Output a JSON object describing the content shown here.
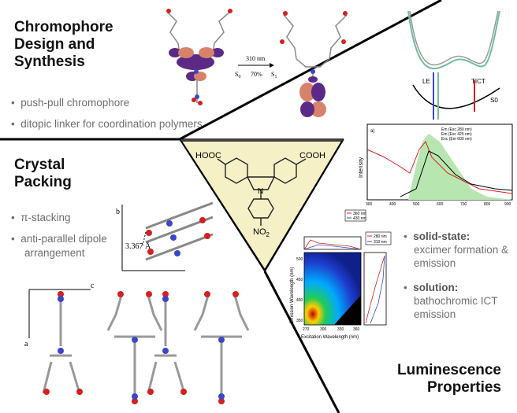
{
  "sections": {
    "design": {
      "title": [
        "Chromophore",
        "Design and",
        "Synthesis"
      ],
      "bullets": [
        "push-pull chromophore",
        "ditopic linker for coordination polymers"
      ],
      "transition": {
        "wavelength": "310 nm",
        "from": "S",
        "from_sub": "0",
        "to": "S",
        "to_sub": "1",
        "percent": "70%"
      }
    },
    "crystal": {
      "title": [
        "Crystal",
        "Packing"
      ],
      "bullets": [
        "π-stacking",
        "anti-parallel dipole",
        "arrangement"
      ],
      "distance": "3.367 Å",
      "axes": {
        "b": "b",
        "c": "c",
        "a": "a"
      }
    },
    "luminescence": {
      "title": [
        "Luminescence",
        "Properties"
      ],
      "bullets": [
        {
          "head": "solid-state:",
          "lines": [
            "excimer formation &",
            "emission"
          ]
        },
        {
          "head": "solution:",
          "lines": [
            "bathochromic ICT",
            "emission"
          ]
        }
      ]
    },
    "molecule": {
      "left_group": "HOOC",
      "right_group": "COOH",
      "nitrogen": "N",
      "nitro": "NO",
      "nitro_sub": "2"
    },
    "energy_diagram": {
      "labels": [
        "LE",
        "TICT",
        "S0"
      ]
    },
    "spectrum": {
      "panel": "a)",
      "ylabel": "Intensity",
      "legend": [
        "Em (Exc 280 nm)",
        "Em (Exc 425 nm)",
        "Exc (Em 600 nm)"
      ],
      "xticks": [
        "300",
        "400",
        "500",
        "600",
        "700",
        "800",
        "900"
      ]
    },
    "map": {
      "xlabel": "Excitation Wavelength (nm)",
      "ylabel": "Emission Wavelength (nm)",
      "xticks": [
        "270",
        "300",
        "330",
        "360"
      ],
      "yticks": [
        "350",
        "400",
        "450",
        "500"
      ],
      "top_legend": [
        "360 nm",
        "430 nm"
      ],
      "right_legend": [
        "280 nm",
        "310 nm"
      ]
    }
  },
  "colors": {
    "molecule_bg": "#f5f0c6",
    "orbital_purple": "#5b2a86",
    "orbital_orange": "#d9826a",
    "oxygen_red": "#d42020",
    "nitrogen_blue": "#3b47c8"
  }
}
